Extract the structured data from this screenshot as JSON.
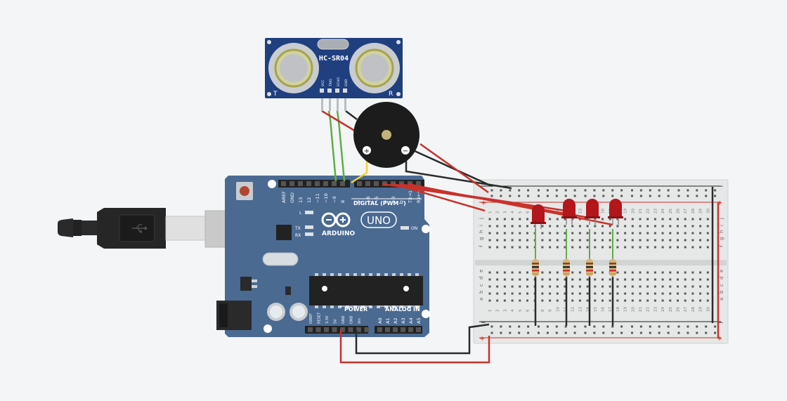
{
  "sensor": {
    "model": "HC-SR04",
    "pins": [
      "VCC",
      "TRIG",
      "ECHO",
      "GND"
    ],
    "left_mark": "T",
    "right_mark": "R"
  },
  "buzzer": {
    "plus": "+",
    "minus": "−"
  },
  "arduino": {
    "brand": "ARDUINO",
    "model": "UNO",
    "digital_label": "DIGITAL (PWM~)",
    "header_top_left": [
      "AREF",
      "GND",
      "13",
      "12",
      "~11",
      "~10",
      "~9",
      "8"
    ],
    "header_top_right": [
      "7",
      "~6",
      "~5",
      "4",
      "~3",
      "2",
      "TX→1",
      "RX←0"
    ],
    "led_l": "L",
    "led_tx": "TX",
    "led_rx": "RX",
    "on_label": "ON",
    "power_label": "POWER",
    "analog_label": "ANALOG IN",
    "power_pins": [
      "IOREF",
      "RESET",
      "3.3V",
      "5V",
      "GND",
      "GND",
      "Vin"
    ],
    "analog_pins": [
      "A0",
      "A1",
      "A2",
      "A3",
      "A4",
      "A5"
    ]
  },
  "breadboard": {
    "row_letters_top": [
      "f",
      "g",
      "h",
      "i",
      "j"
    ],
    "row_letters_bottom": [
      "a",
      "b",
      "c",
      "d",
      "e"
    ],
    "column_labels": [
      "1",
      "2",
      "3",
      "4",
      "5",
      "6",
      "7",
      "8",
      "9",
      "10",
      "11",
      "12",
      "13",
      "14",
      "15",
      "16",
      "17",
      "18",
      "19",
      "20",
      "21",
      "22",
      "23",
      "24",
      "25",
      "26",
      "27",
      "28",
      "29",
      "30"
    ],
    "rail_plus": "+",
    "rail_minus": "−"
  },
  "colors": {
    "background": "#f3f5f7",
    "arduino_board": "#4a6a92",
    "sensor_board": "#1f3f7f",
    "wire_red": "#c8332b",
    "wire_black": "#2b2b2b",
    "wire_green": "#5fae45",
    "wire_yellow": "#f2d235",
    "led_red": "#b3161b",
    "breadboard": "#e9eaea"
  }
}
